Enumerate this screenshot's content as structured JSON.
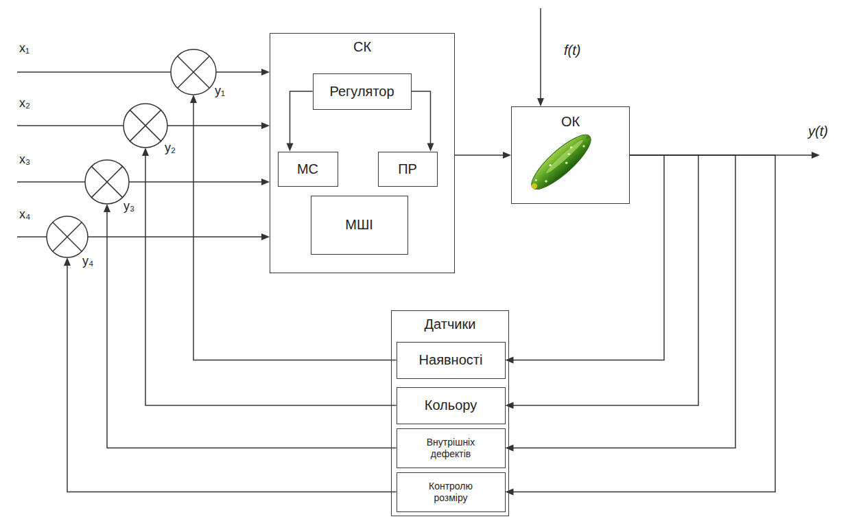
{
  "diagram": {
    "nodes": [
      {
        "text": [
          "СК"
        ]
      },
      {
        "text": [
          "Регулятор"
        ],
        "in": 0
      },
      {
        "text": [
          "МС"
        ],
        "in": 0
      },
      {
        "text": [
          "ПР"
        ],
        "in": 0
      },
      {
        "text": [
          "МШІ"
        ],
        "in": 0
      },
      {
        "text": [
          "ОК"
        ]
      },
      {
        "text": [
          "Датчики"
        ]
      },
      {
        "text": [
          "Наявності"
        ],
        "in": 6
      },
      {
        "text": [
          "Кольору"
        ],
        "in": 6
      },
      {
        "text": [
          "Внутрішніх дефектів"
        ],
        "in": 6
      },
      {
        "text": [
          "Контролю розміру"
        ],
        "in": 6
      }
    ],
    "edges": [
      {
        "from": 1,
        "to": 2,
        "arrow": "to"
      },
      {
        "from": 1,
        "to": 3,
        "arrow": "to"
      },
      {
        "from": 0,
        "to": 5,
        "arrow": "to"
      },
      {
        "from": 5,
        "to": 7,
        "arrow": "to"
      },
      {
        "from": 5,
        "to": 8,
        "arrow": "to"
      },
      {
        "from": 5,
        "to": 9,
        "arrow": "to"
      },
      {
        "from": 5,
        "to": 10,
        "arrow": "to"
      },
      {
        "from": 7,
        "to": 0,
        "arrow": "to"
      },
      {
        "from": 8,
        "to": 0,
        "arrow": "to"
      },
      {
        "from": 9,
        "to": 0,
        "arrow": "to"
      },
      {
        "from": 10,
        "to": 0,
        "arrow": "to"
      }
    ],
    "labels": [
      "x₁",
      "x₂",
      "x₃",
      "x₄",
      "y₁",
      "y₂",
      "y₃",
      "y₄",
      "f(t)",
      "y(t)"
    ]
  }
}
